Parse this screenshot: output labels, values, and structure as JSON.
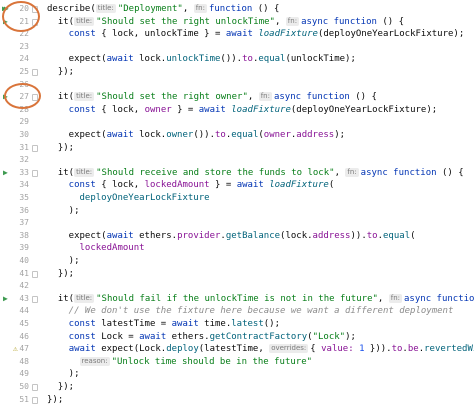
{
  "lines": [
    {
      "n": "20",
      "run": "double",
      "fold": true,
      "segs": [
        [
          "describe(",
          "plain"
        ],
        [
          "title:",
          "hint"
        ],
        [
          "\"Deployment\"",
          "str"
        ],
        [
          ", ",
          "plain"
        ],
        [
          "fn:",
          "hint"
        ],
        [
          "function",
          "kw"
        ],
        [
          " () {",
          "plain"
        ]
      ]
    },
    {
      "n": "21",
      "run": "single",
      "fold": true,
      "segs": [
        [
          "  it(",
          "plain"
        ],
        [
          "title:",
          "hint"
        ],
        [
          "\"Should set the right unlockTime\"",
          "str"
        ],
        [
          ", ",
          "plain"
        ],
        [
          "fn:",
          "hint"
        ],
        [
          "async function",
          "kw"
        ],
        [
          " () {",
          "plain"
        ]
      ]
    },
    {
      "n": "22",
      "segs": [
        [
          "    const",
          "kw"
        ],
        [
          " { lock, unlockTime } = ",
          "plain"
        ],
        [
          "await",
          "kw"
        ],
        [
          " ",
          "plain"
        ],
        [
          "loadFixture",
          "fni"
        ],
        [
          "(deployOneYearLockFixture);",
          "plain"
        ]
      ]
    },
    {
      "n": "23",
      "segs": []
    },
    {
      "n": "24",
      "segs": [
        [
          "    expect(",
          "plain"
        ],
        [
          "await",
          "kw"
        ],
        [
          " lock.",
          "plain"
        ],
        [
          "unlockTime",
          "fn"
        ],
        [
          "()).",
          "plain"
        ],
        [
          "to",
          "prop"
        ],
        [
          ".",
          "plain"
        ],
        [
          "equal",
          "fn"
        ],
        [
          "(unlockTime);",
          "plain"
        ]
      ]
    },
    {
      "n": "25",
      "fold": true,
      "segs": [
        [
          "  });",
          "plain"
        ]
      ]
    },
    {
      "n": "26",
      "segs": []
    },
    {
      "n": "27",
      "run": "single",
      "fold": true,
      "segs": [
        [
          "  it(",
          "plain"
        ],
        [
          "title:",
          "hint"
        ],
        [
          "\"Should set the right owner\"",
          "str"
        ],
        [
          ", ",
          "plain"
        ],
        [
          "fn:",
          "hint"
        ],
        [
          "async function",
          "kw"
        ],
        [
          " () {",
          "plain"
        ]
      ]
    },
    {
      "n": "28",
      "segs": [
        [
          "    const",
          "kw"
        ],
        [
          " { lock, ",
          "plain"
        ],
        [
          "owner",
          "prop"
        ],
        [
          " } = ",
          "plain"
        ],
        [
          "await",
          "kw"
        ],
        [
          " ",
          "plain"
        ],
        [
          "loadFixture",
          "fni"
        ],
        [
          "(deployOneYearLockFixture);",
          "plain"
        ]
      ]
    },
    {
      "n": "29",
      "segs": []
    },
    {
      "n": "30",
      "segs": [
        [
          "    expect(",
          "plain"
        ],
        [
          "await",
          "kw"
        ],
        [
          " lock.",
          "plain"
        ],
        [
          "owner",
          "fn"
        ],
        [
          "()).",
          "plain"
        ],
        [
          "to",
          "prop"
        ],
        [
          ".",
          "plain"
        ],
        [
          "equal",
          "fn"
        ],
        [
          "(",
          "plain"
        ],
        [
          "owner",
          "prop"
        ],
        [
          ".",
          "plain"
        ],
        [
          "address",
          "prop"
        ],
        [
          ");",
          "plain"
        ]
      ]
    },
    {
      "n": "31",
      "fold": true,
      "segs": [
        [
          "  });",
          "plain"
        ]
      ]
    },
    {
      "n": "32",
      "segs": []
    },
    {
      "n": "33",
      "run": "single",
      "fold": true,
      "segs": [
        [
          "  it(",
          "plain"
        ],
        [
          "title:",
          "hint"
        ],
        [
          "\"Should receive and store the funds to lock\"",
          "str"
        ],
        [
          ", ",
          "plain"
        ],
        [
          "fn:",
          "hint"
        ],
        [
          "async function",
          "kw"
        ],
        [
          " () {",
          "plain"
        ]
      ]
    },
    {
      "n": "34",
      "segs": [
        [
          "    const",
          "kw"
        ],
        [
          " { lock, ",
          "plain"
        ],
        [
          "lockedAmount",
          "prop"
        ],
        [
          " } = ",
          "plain"
        ],
        [
          "await",
          "kw"
        ],
        [
          " ",
          "plain"
        ],
        [
          "loadFixture",
          "fni"
        ],
        [
          "(",
          "plain"
        ]
      ]
    },
    {
      "n": "35",
      "segs": [
        [
          "      deployOneYearLockFixture",
          "fn"
        ]
      ]
    },
    {
      "n": "36",
      "segs": [
        [
          "    );",
          "plain"
        ]
      ]
    },
    {
      "n": "37",
      "segs": []
    },
    {
      "n": "38",
      "segs": [
        [
          "    expect(",
          "plain"
        ],
        [
          "await",
          "kw"
        ],
        [
          " ethers.",
          "plain"
        ],
        [
          "provider",
          "prop"
        ],
        [
          ".",
          "plain"
        ],
        [
          "getBalance",
          "fn"
        ],
        [
          "(lock.",
          "plain"
        ],
        [
          "address",
          "prop"
        ],
        [
          ")).",
          "plain"
        ],
        [
          "to",
          "prop"
        ],
        [
          ".",
          "plain"
        ],
        [
          "equal",
          "fn"
        ],
        [
          "(",
          "plain"
        ]
      ]
    },
    {
      "n": "39",
      "segs": [
        [
          "      lockedAmount",
          "prop"
        ]
      ]
    },
    {
      "n": "40",
      "segs": [
        [
          "    );",
          "plain"
        ]
      ]
    },
    {
      "n": "41",
      "fold": true,
      "segs": [
        [
          "  });",
          "plain"
        ]
      ]
    },
    {
      "n": "42",
      "segs": []
    },
    {
      "n": "43",
      "run": "single",
      "fold": true,
      "segs": [
        [
          "  it(",
          "plain"
        ],
        [
          "title:",
          "hint"
        ],
        [
          "\"Should fail if the unlockTime is not in the future\"",
          "str"
        ],
        [
          ", ",
          "plain"
        ],
        [
          "fn:",
          "hint"
        ],
        [
          "async function",
          "kw"
        ],
        [
          " () {",
          "plain"
        ]
      ]
    },
    {
      "n": "44",
      "segs": [
        [
          "    // We don't use the fixture here because we want a different deployment",
          "cmt"
        ]
      ]
    },
    {
      "n": "45",
      "segs": [
        [
          "    const",
          "kw"
        ],
        [
          " latestTime = ",
          "plain"
        ],
        [
          "await",
          "kw"
        ],
        [
          " time.",
          "plain"
        ],
        [
          "latest",
          "fn"
        ],
        [
          "();",
          "plain"
        ]
      ]
    },
    {
      "n": "46",
      "segs": [
        [
          "    const",
          "kw"
        ],
        [
          " Lock = ",
          "plain"
        ],
        [
          "await",
          "kw"
        ],
        [
          " ethers.",
          "plain"
        ],
        [
          "getContractFactory",
          "fn"
        ],
        [
          "(",
          "plain"
        ],
        [
          "\"Lock\"",
          "str"
        ],
        [
          ");",
          "plain"
        ]
      ]
    },
    {
      "n": "47",
      "warn": true,
      "segs": [
        [
          "    ",
          "plain"
        ],
        [
          "await",
          "kw"
        ],
        [
          " expect(Lock.",
          "plain"
        ],
        [
          "deploy",
          "fn"
        ],
        [
          "(latestTime, ",
          "plain"
        ],
        [
          "overrides:",
          "hint"
        ],
        [
          "{ ",
          "plain"
        ],
        [
          "value:",
          "prop"
        ],
        [
          " ",
          "plain"
        ],
        [
          "1",
          "num"
        ],
        [
          " })).",
          "plain"
        ],
        [
          "to",
          "prop"
        ],
        [
          ".",
          "plain"
        ],
        [
          "be",
          "prop"
        ],
        [
          ".",
          "plain"
        ],
        [
          "revertedWith",
          "fn"
        ],
        [
          "(",
          "plain"
        ]
      ]
    },
    {
      "n": "48",
      "segs": [
        [
          "      ",
          "plain"
        ],
        [
          "reason:",
          "hint"
        ],
        [
          "\"Unlock time should be in the future\"",
          "str"
        ]
      ]
    },
    {
      "n": "49",
      "segs": [
        [
          "    );",
          "plain"
        ]
      ]
    },
    {
      "n": "50",
      "fold": true,
      "segs": [
        [
          "  });",
          "plain"
        ]
      ]
    },
    {
      "n": "51",
      "fold": true,
      "segs": [
        [
          "});",
          "plain"
        ]
      ]
    }
  ],
  "icons": {
    "run_double": "▶▶",
    "run_single": "▶",
    "warning": "⚠"
  },
  "colors": {
    "keyword": "#0033b3",
    "string": "#067d17",
    "function": "#00627a",
    "property": "#871094",
    "number": "#1750eb",
    "comment": "#8c8c8c",
    "run_icon": "#3d9a50",
    "annotation_circle": "#d9743a"
  }
}
